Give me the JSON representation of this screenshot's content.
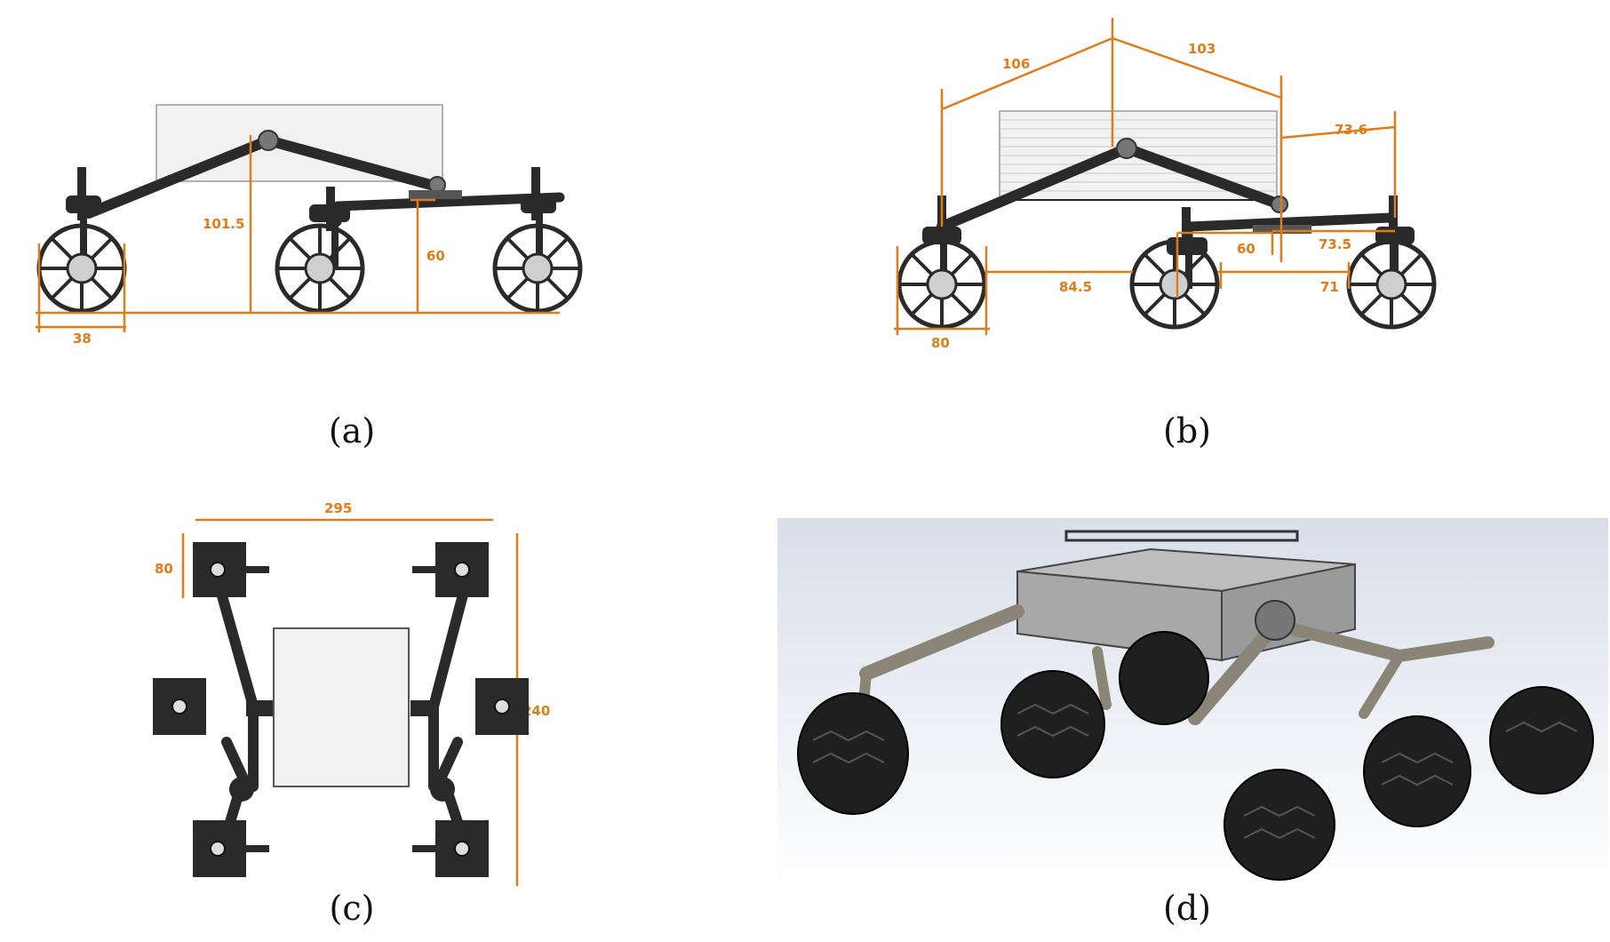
{
  "colors": {
    "dimension": "#e07b18",
    "arm": "#2a2a2a",
    "body_fill": "#f0f0f0",
    "render_bg": "#e8ecf2"
  },
  "panels": {
    "a": {
      "caption": "(a)",
      "dims": {
        "wheel_diameter": "38",
        "pivot_height": "101.5",
        "bogie_height": "60"
      }
    },
    "b": {
      "caption": "(b)",
      "dims": {
        "rocker_left": "106",
        "rocker_right": "103",
        "bogie_arm": "73.6",
        "bogie_height": "60",
        "bogie_span": "73.5",
        "wheel_gap_left": "84.5",
        "wheel_gap_right": "71",
        "wheel_diameter": "80"
      }
    },
    "c": {
      "caption": "(c)",
      "dims": {
        "width": "295",
        "wheel_width": "80",
        "length": "240"
      }
    },
    "d": {
      "caption": "(d)"
    }
  }
}
